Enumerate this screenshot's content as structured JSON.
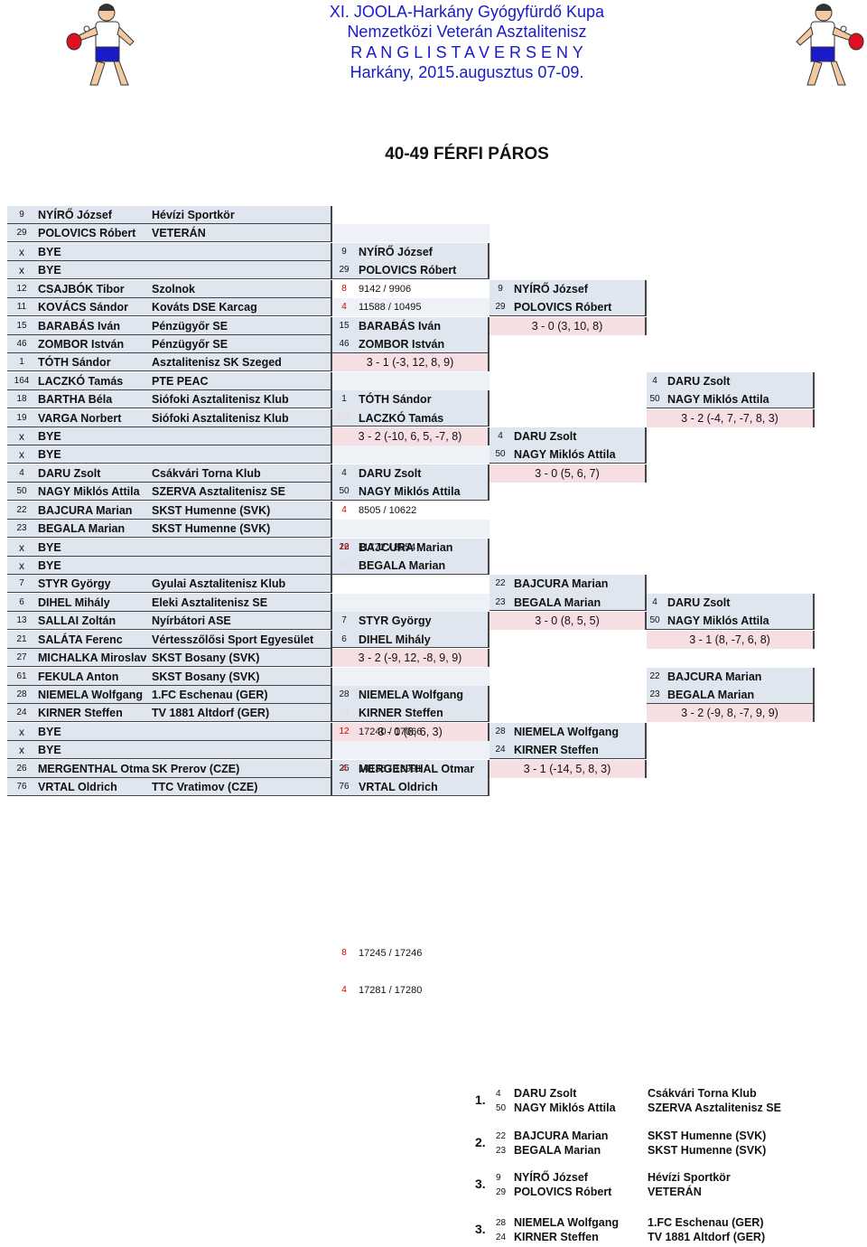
{
  "header": {
    "line1": "XI. JOOLA-Harkány Gyógyfürdő Kupa",
    "line2": "Nemzetközi Veterán Asztalitenisz",
    "line3": "R A N G L I S T A V E R S E N Y",
    "line4": "Harkány, 2015.augusztus 07-09."
  },
  "title": "40-49 FÉRFI PÁROS",
  "entries": [
    {
      "s": "9",
      "n": "NYÍRŐ József",
      "c": "Hévízi Sportkör"
    },
    {
      "s": "29",
      "n": "POLOVICS Róbert",
      "c": "VETERÁN"
    },
    {
      "s": "x",
      "n": "BYE",
      "c": ""
    },
    {
      "s": "x",
      "n": "BYE",
      "c": ""
    },
    {
      "s": "12",
      "n": "CSAJBÓK Tibor",
      "c": "Szolnok"
    },
    {
      "s": "11",
      "n": "KOVÁCS Sándor",
      "c": "Kováts DSE Karcag"
    },
    {
      "s": "15",
      "n": "BARABÁS Iván",
      "c": "Pénzügyőr SE"
    },
    {
      "s": "46",
      "n": "ZOMBOR István",
      "c": "Pénzügyőr SE"
    },
    {
      "s": "1",
      "n": "TÓTH Sándor",
      "c": "Asztalitenisz SK Szeged"
    },
    {
      "s": "164",
      "n": "LACZKÓ Tamás",
      "c": "PTE PEAC"
    },
    {
      "s": "18",
      "n": "BARTHA Béla",
      "c": "Siófoki Asztalitenisz Klub"
    },
    {
      "s": "19",
      "n": "VARGA Norbert",
      "c": "Siófoki Asztalitenisz Klub"
    },
    {
      "s": "x",
      "n": "BYE",
      "c": ""
    },
    {
      "s": "x",
      "n": "BYE",
      "c": ""
    },
    {
      "s": "4",
      "n": "DARU Zsolt",
      "c": "Csákvári Torna Klub"
    },
    {
      "s": "50",
      "n": "NAGY Miklós Attila",
      "c": "SZERVA Asztalitenisz SE"
    },
    {
      "s": "22",
      "n": "BAJCURA Marian",
      "c": "SKST Humenne (SVK)"
    },
    {
      "s": "23",
      "n": "BEGALA Marian",
      "c": "SKST Humenne (SVK)"
    },
    {
      "s": "x",
      "n": "BYE",
      "c": ""
    },
    {
      "s": "x",
      "n": "BYE",
      "c": ""
    },
    {
      "s": "7",
      "n": "STYR György",
      "c": "Gyulai Asztalitenisz Klub"
    },
    {
      "s": "6",
      "n": "DIHEL Mihály",
      "c": "Eleki Asztalitenisz SE"
    },
    {
      "s": "13",
      "n": "SALLAI Zoltán",
      "c": "Nyírbátori ASE"
    },
    {
      "s": "21",
      "n": "SALÁTA Ferenc",
      "c": "Vértesszőlősi Sport Egyesület"
    },
    {
      "s": "27",
      "n": "MICHALKA Miroslav",
      "c": "SKST Bosany (SVK)"
    },
    {
      "s": "61",
      "n": "FEKULA Anton",
      "c": "SKST Bosany (SVK)"
    },
    {
      "s": "28",
      "n": "NIEMELA Wolfgang",
      "c": "1.FC Eschenau (GER)"
    },
    {
      "s": "24",
      "n": "KIRNER Steffen",
      "c": "TV 1881 Altdorf (GER)"
    },
    {
      "s": "x",
      "n": "BYE",
      "c": ""
    },
    {
      "s": "x",
      "n": "BYE",
      "c": ""
    },
    {
      "s": "26",
      "n": "MERGENTHAL Otmar",
      "c": "SK Prerov (CZE)"
    },
    {
      "s": "76",
      "n": "VRTAL Oldrich",
      "c": "TTC Vratimov (CZE)"
    }
  ],
  "round2": [
    {
      "a": {
        "s": "9",
        "n": "NYÍRŐ József"
      },
      "b": {
        "s": "29",
        "n": "POLOVICS Róbert"
      },
      "score": ""
    },
    {
      "a": {
        "s": "15",
        "n": "BARABÁS Iván"
      },
      "b": {
        "s": "46",
        "n": "ZOMBOR István"
      },
      "score": "3 - 1  (-3, 12, 8, 9)"
    },
    {
      "a": {
        "s": "1",
        "n": "TÓTH Sándor"
      },
      "b": {
        "s": "164",
        "n": "LACZKÓ Tamás"
      },
      "score": "3 - 2  (-10, 6, 5, -7, 8)"
    },
    {
      "a": {
        "s": "4",
        "n": "DARU Zsolt"
      },
      "b": {
        "s": "50",
        "n": "NAGY Miklós Attila"
      },
      "score": ""
    },
    {
      "a": {
        "s": "22",
        "n": "BAJCURA Marian"
      },
      "b": {
        "s": "23",
        "n": "BEGALA Marian"
      },
      "score": ""
    },
    {
      "a": {
        "s": "7",
        "n": "STYR György"
      },
      "b": {
        "s": "6",
        "n": "DIHEL Mihály"
      },
      "score": "3 - 2  (-9, 12, -8, 9, 9)"
    },
    {
      "a": {
        "s": "28",
        "n": "NIEMELA Wolfgang"
      },
      "b": {
        "s": "24",
        "n": "KIRNER Steffen"
      },
      "score": "3 - 0  (6, 6, 3)"
    },
    {
      "a": {
        "s": "26",
        "n": "MERGENTHAL Otmar"
      },
      "b": {
        "s": "76",
        "n": "VRTAL Oldrich"
      },
      "score": ""
    }
  ],
  "round2_results": [
    {
      "seed": "8",
      "text": "9142 / 9906"
    },
    {
      "seed": "4",
      "text": "11588 / 10495"
    },
    {
      "seed": "4",
      "text": "8505 / 10622"
    },
    {
      "seed": "16",
      "text": "11772 / 8854"
    },
    {
      "seed": "12",
      "text": "17240 / 17066"
    },
    {
      "seed": "4",
      "text": "14136 / 13991"
    },
    {
      "seed": "8",
      "text": "17245 / 17246"
    },
    {
      "seed": "4",
      "text": "17281 / 17280"
    }
  ],
  "round3": [
    {
      "a": {
        "s": "9",
        "n": "NYÍRŐ József"
      },
      "b": {
        "s": "29",
        "n": "POLOVICS Róbert"
      },
      "score": "3 - 0  (3, 10, 8)"
    },
    {
      "a": {
        "s": "4",
        "n": "DARU Zsolt"
      },
      "b": {
        "s": "50",
        "n": "NAGY Miklós Attila"
      },
      "score": "3 - 0  (5, 6, 7)"
    },
    {
      "a": {
        "s": "22",
        "n": "BAJCURA Marian"
      },
      "b": {
        "s": "23",
        "n": "BEGALA Marian"
      },
      "score": "3 - 0  (8, 5, 5)"
    },
    {
      "a": {
        "s": "28",
        "n": "NIEMELA Wolfgang"
      },
      "b": {
        "s": "24",
        "n": "KIRNER Steffen"
      },
      "score": "3 - 1  (-14, 5, 8, 3)"
    }
  ],
  "round4": [
    {
      "a": {
        "s": "4",
        "n": "DARU Zsolt"
      },
      "b": {
        "s": "50",
        "n": "NAGY Miklós Attila"
      },
      "score": "3 - 2  (-4, 7, -7, 8, 3)"
    },
    {
      "a": {
        "s": "22",
        "n": "BAJCURA Marian"
      },
      "b": {
        "s": "23",
        "n": "BEGALA Marian"
      },
      "score": "3 - 2  (-9, 8, -7, 9, 9)"
    }
  ],
  "final": {
    "a": {
      "s": "4",
      "n": "DARU Zsolt"
    },
    "b": {
      "s": "50",
      "n": "NAGY Miklós Attila"
    },
    "score": "3 - 1  (8, -7, 6, 8)"
  },
  "results": [
    {
      "place": "1.",
      "p": [
        {
          "s": "4",
          "n": "DARU Zsolt",
          "c": "Csákvári Torna Klub"
        },
        {
          "s": "50",
          "n": "NAGY Miklós Attila",
          "c": "SZERVA Asztalitenisz SE"
        }
      ]
    },
    {
      "place": "2.",
      "p": [
        {
          "s": "22",
          "n": "BAJCURA Marian",
          "c": "SKST Humenne (SVK)"
        },
        {
          "s": "23",
          "n": "BEGALA Marian",
          "c": "SKST Humenne (SVK)"
        }
      ]
    },
    {
      "place": "3.",
      "p": [
        {
          "s": "9",
          "n": "NYÍRŐ József",
          "c": "Hévízi Sportkör"
        },
        {
          "s": "29",
          "n": "POLOVICS Róbert",
          "c": "VETERÁN"
        }
      ]
    },
    {
      "place": "3.",
      "p": [
        {
          "s": "28",
          "n": "NIEMELA Wolfgang",
          "c": "1.FC Eschenau (GER)"
        },
        {
          "s": "24",
          "n": "KIRNER Steffen",
          "c": "TV 1881 Altdorf (GER)"
        }
      ]
    }
  ],
  "colors": {
    "header": "#1a1ac8",
    "cell_bg": "#dfe6f0",
    "score_bg": "#f5dfe3",
    "result_red": "#d40000"
  }
}
